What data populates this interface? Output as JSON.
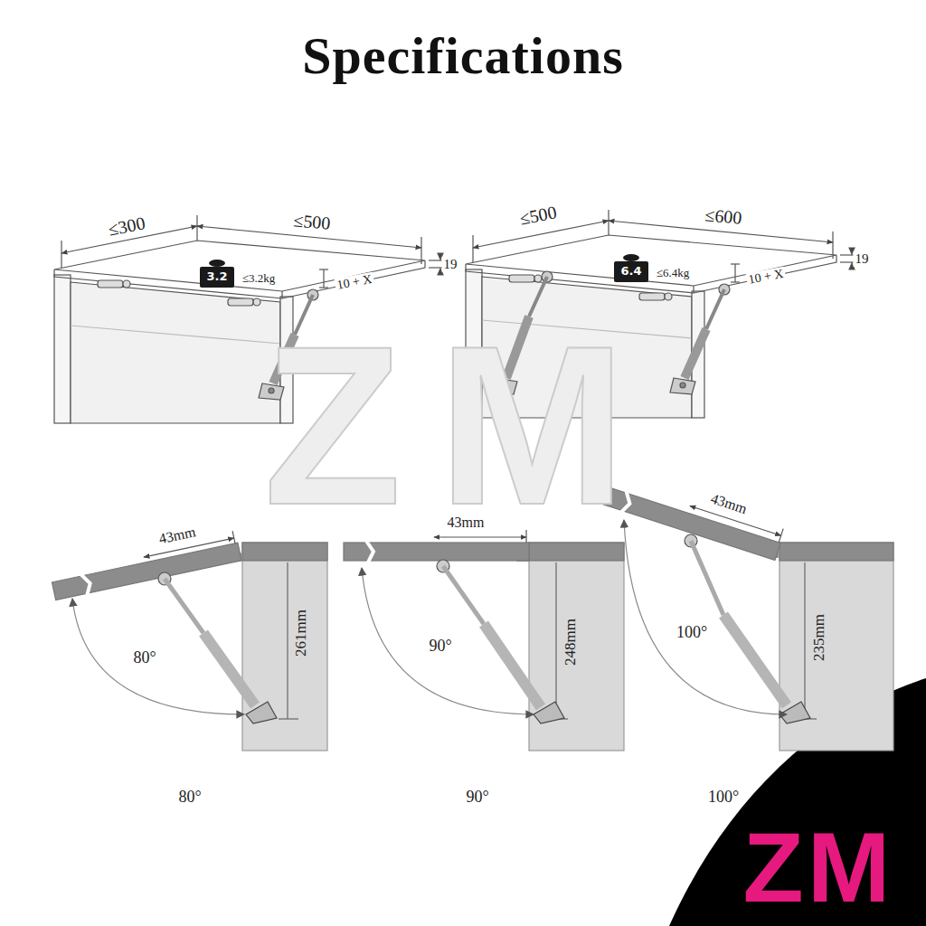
{
  "diagram": {
    "title": "Specifications",
    "nodes": [
      {
        "text": [
          "3.2"
        ]
      },
      {
        "text": [
          "6.4"
        ]
      }
    ],
    "labels": [
      "ZM",
      "≤300",
      "≤500",
      "≤3.2kg",
      "10 + X",
      "19",
      "≤500",
      "≤600",
      "≤6.4kg",
      "10 + X",
      "19",
      "43mm",
      "261mm",
      "80°",
      "43mm",
      "248mm",
      "90°",
      "43mm",
      "235mm",
      "100°",
      "80°",
      "90°",
      "100°",
      "ZM"
    ]
  }
}
